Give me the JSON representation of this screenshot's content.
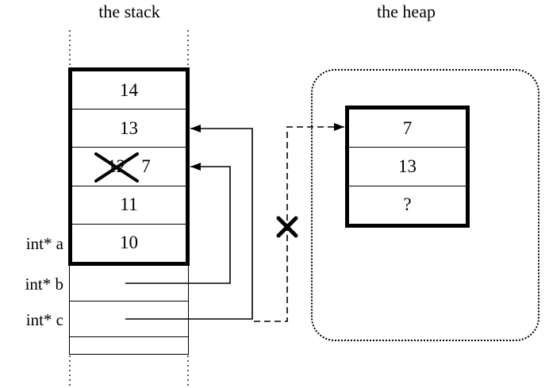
{
  "titles": {
    "stack": "the stack",
    "heap": "the heap"
  },
  "stack": {
    "rows": [
      {
        "value": "14"
      },
      {
        "value": "13"
      },
      {
        "crossed_out": "12",
        "value": "7"
      },
      {
        "value": "11"
      },
      {
        "value": "10"
      }
    ],
    "pointer_labels": [
      {
        "label": "int* a"
      },
      {
        "label": "int* b"
      },
      {
        "label": "int* c"
      }
    ]
  },
  "heap": {
    "rows": [
      {
        "value": "7"
      },
      {
        "value": "13"
      },
      {
        "value": "?"
      }
    ]
  },
  "connections": [
    {
      "from": "int* b stack cell",
      "to": "stack cell with 12 crossed out (now 7)",
      "style": "solid-arrow"
    },
    {
      "from": "int* c stack cell",
      "to": "stack cell 13",
      "style": "solid-arrow"
    },
    {
      "from": "near int* c stack cell",
      "to": "heap block cell 7",
      "style": "dashed-arrow",
      "broken": true
    }
  ],
  "colors": {
    "line": "#000000",
    "background": "#ffffff"
  }
}
